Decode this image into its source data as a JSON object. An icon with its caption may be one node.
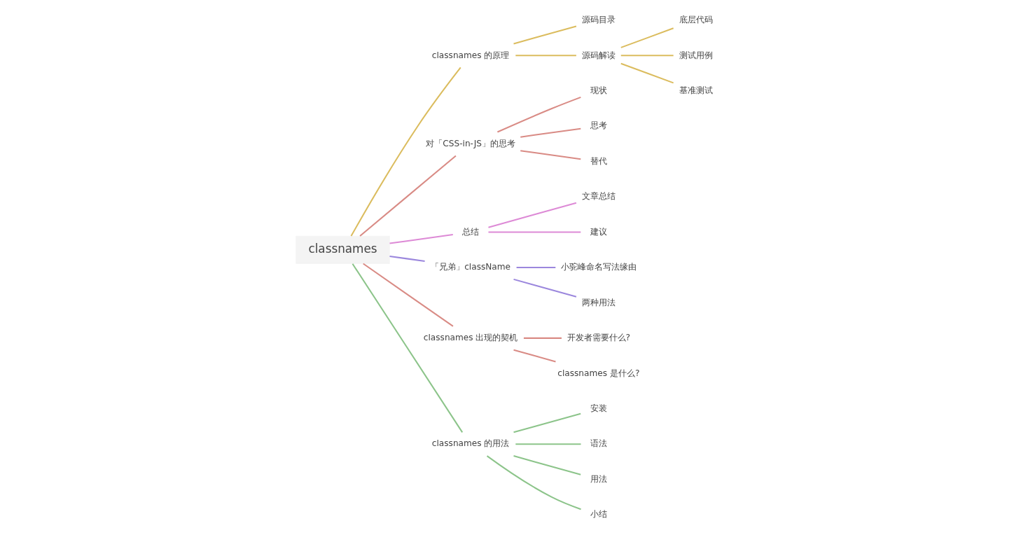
{
  "diagram": {
    "nodes": [
      {
        "text": [
          "classnames"
        ]
      },
      {
        "text": [
          "classnames 的原理"
        ]
      },
      {
        "text": [
          "源码目录"
        ]
      },
      {
        "text": [
          "源码解读"
        ]
      },
      {
        "text": [
          "底层代码"
        ]
      },
      {
        "text": [
          "测试用例"
        ]
      },
      {
        "text": [
          "基准测试"
        ]
      },
      {
        "text": [
          "对「CSS-in-JS」的思考"
        ]
      },
      {
        "text": [
          "现状"
        ]
      },
      {
        "text": [
          "思考"
        ]
      },
      {
        "text": [
          "替代"
        ]
      },
      {
        "text": [
          "总结"
        ]
      },
      {
        "text": [
          "文章总结"
        ]
      },
      {
        "text": [
          "建议"
        ]
      },
      {
        "text": [
          "「兄弟」className"
        ]
      },
      {
        "text": [
          "小驼峰命名写法缘由"
        ]
      },
      {
        "text": [
          "两种用法"
        ]
      },
      {
        "text": [
          "classnames 出现的契机"
        ]
      },
      {
        "text": [
          "开发者需要什么?"
        ]
      },
      {
        "text": [
          "classnames 是什么?"
        ]
      },
      {
        "text": [
          "classnames 的用法"
        ]
      },
      {
        "text": [
          "安装"
        ]
      },
      {
        "text": [
          "语法"
        ]
      },
      {
        "text": [
          "用法"
        ]
      },
      {
        "text": [
          "小结"
        ]
      }
    ],
    "edges": [
      {
        "from": 0,
        "to": 1,
        "arrow": "none",
        "color": "#dbbc5e"
      },
      {
        "from": 1,
        "to": 2,
        "arrow": "none",
        "color": "#dbbc5e"
      },
      {
        "from": 1,
        "to": 3,
        "arrow": "none",
        "color": "#dbbc5e"
      },
      {
        "from": 3,
        "to": 4,
        "arrow": "none",
        "color": "#dbbc5e"
      },
      {
        "from": 3,
        "to": 5,
        "arrow": "none",
        "color": "#dbbc5e"
      },
      {
        "from": 3,
        "to": 6,
        "arrow": "none",
        "color": "#dbbc5e"
      },
      {
        "from": 0,
        "to": 7,
        "arrow": "none",
        "color": "#d98b85"
      },
      {
        "from": 7,
        "to": 8,
        "arrow": "none",
        "color": "#d98b85"
      },
      {
        "from": 7,
        "to": 9,
        "arrow": "none",
        "color": "#d98b85"
      },
      {
        "from": 7,
        "to": 10,
        "arrow": "none",
        "color": "#d98b85"
      },
      {
        "from": 0,
        "to": 11,
        "arrow": "none",
        "color": "#dd8ad6"
      },
      {
        "from": 11,
        "to": 12,
        "arrow": "none",
        "color": "#dd8ad6"
      },
      {
        "from": 11,
        "to": 13,
        "arrow": "none",
        "color": "#dd8ad6"
      },
      {
        "from": 0,
        "to": 14,
        "arrow": "none",
        "color": "#9b87dd"
      },
      {
        "from": 14,
        "to": 15,
        "arrow": "none",
        "color": "#9b87dd"
      },
      {
        "from": 14,
        "to": 16,
        "arrow": "none",
        "color": "#9b87dd"
      },
      {
        "from": 0,
        "to": 17,
        "arrow": "none",
        "color": "#d98b85"
      },
      {
        "from": 17,
        "to": 18,
        "arrow": "none",
        "color": "#d98b85"
      },
      {
        "from": 17,
        "to": 19,
        "arrow": "none",
        "color": "#d98b85"
      },
      {
        "from": 0,
        "to": 20,
        "arrow": "none",
        "color": "#8cc48a"
      },
      {
        "from": 20,
        "to": 21,
        "arrow": "none",
        "color": "#8cc48a"
      },
      {
        "from": 20,
        "to": 22,
        "arrow": "none",
        "color": "#8cc48a"
      },
      {
        "from": 20,
        "to": 23,
        "arrow": "none",
        "color": "#8cc48a"
      },
      {
        "from": 20,
        "to": 24,
        "arrow": "none",
        "color": "#8cc48a"
      }
    ]
  }
}
